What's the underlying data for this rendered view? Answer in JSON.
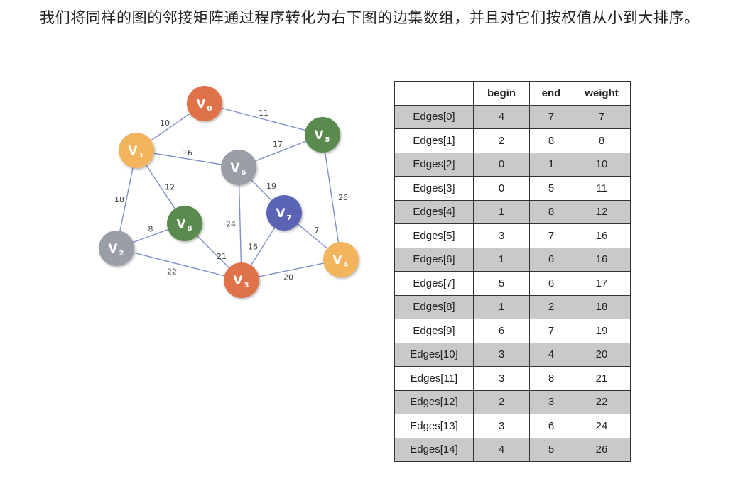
{
  "paragraph": "我们将同样的图的邻接矩阵通过程序转化为右下图的边集数组，并且对它们按权值从小到大排序。",
  "graph": {
    "nodes": [
      {
        "id": 0,
        "label": "V",
        "sub": "0",
        "color": "#e0724a"
      },
      {
        "id": 1,
        "label": "V",
        "sub": "1",
        "color": "#f2b45c"
      },
      {
        "id": 2,
        "label": "V",
        "sub": "2",
        "color": "#9a9ea6"
      },
      {
        "id": 3,
        "label": "V",
        "sub": "3",
        "color": "#e0724a"
      },
      {
        "id": 4,
        "label": "V",
        "sub": "4",
        "color": "#f2b45c"
      },
      {
        "id": 5,
        "label": "V",
        "sub": "5",
        "color": "#5a8a4e"
      },
      {
        "id": 6,
        "label": "V",
        "sub": "6",
        "color": "#9a9ea6"
      },
      {
        "id": 7,
        "label": "V",
        "sub": "7",
        "color": "#5a64b4"
      },
      {
        "id": 8,
        "label": "V",
        "sub": "8",
        "color": "#5a8a4e"
      }
    ],
    "edges": [
      {
        "from": 0,
        "to": 1,
        "weight": "10"
      },
      {
        "from": 0,
        "to": 5,
        "weight": "11"
      },
      {
        "from": 1,
        "to": 6,
        "weight": "16"
      },
      {
        "from": 1,
        "to": 8,
        "weight": "12"
      },
      {
        "from": 1,
        "to": 2,
        "weight": "18"
      },
      {
        "from": 5,
        "to": 6,
        "weight": "17"
      },
      {
        "from": 5,
        "to": 4,
        "weight": "26"
      },
      {
        "from": 6,
        "to": 7,
        "weight": "19"
      },
      {
        "from": 6,
        "to": 3,
        "weight": "24"
      },
      {
        "from": 2,
        "to": 8,
        "weight": "8"
      },
      {
        "from": 8,
        "to": 3,
        "weight": "21"
      },
      {
        "from": 2,
        "to": 3,
        "weight": "22"
      },
      {
        "from": 7,
        "to": 3,
        "weight": "16"
      },
      {
        "from": 7,
        "to": 4,
        "weight": "7"
      },
      {
        "from": 3,
        "to": 4,
        "weight": "20"
      }
    ]
  },
  "table": {
    "headers": [
      "",
      "begin",
      "end",
      "weight"
    ],
    "rows": [
      [
        "Edges[0]",
        "4",
        "7",
        "7"
      ],
      [
        "Edges[1]",
        "2",
        "8",
        "8"
      ],
      [
        "Edges[2]",
        "0",
        "1",
        "10"
      ],
      [
        "Edges[3]",
        "0",
        "5",
        "11"
      ],
      [
        "Edges[4]",
        "1",
        "8",
        "12"
      ],
      [
        "Edges[5]",
        "3",
        "7",
        "16"
      ],
      [
        "Edges[6]",
        "1",
        "6",
        "16"
      ],
      [
        "Edges[7]",
        "5",
        "6",
        "17"
      ],
      [
        "Edges[8]",
        "1",
        "2",
        "18"
      ],
      [
        "Edges[9]",
        "6",
        "7",
        "19"
      ],
      [
        "Edges[10]",
        "3",
        "4",
        "20"
      ],
      [
        "Edges[11]",
        "3",
        "8",
        "21"
      ],
      [
        "Edges[12]",
        "2",
        "3",
        "22"
      ],
      [
        "Edges[13]",
        "3",
        "6",
        "24"
      ],
      [
        "Edges[14]",
        "4",
        "5",
        "26"
      ]
    ]
  }
}
